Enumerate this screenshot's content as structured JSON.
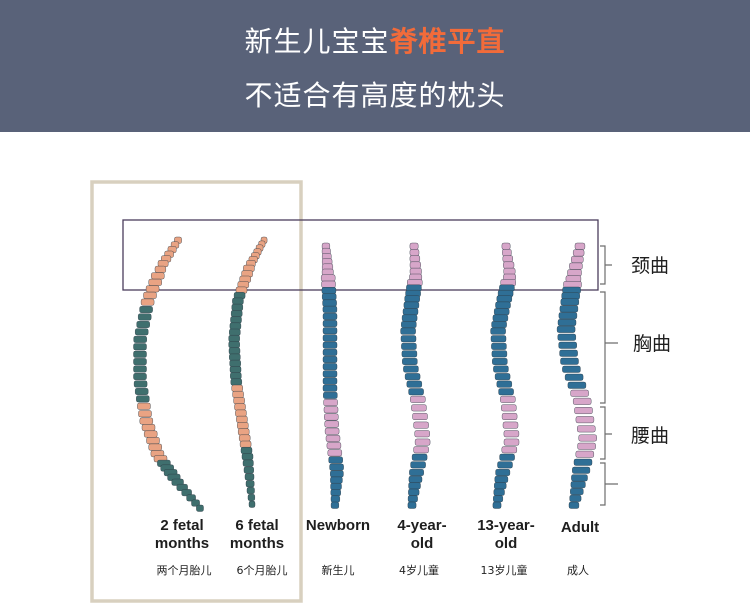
{
  "header": {
    "line1_prefix": "新生儿宝宝",
    "line1_highlight": "脊椎平直",
    "line2": "不适合有高度的枕头"
  },
  "stages": [
    {
      "en_line1": "2 fetal",
      "en_line2": "months",
      "cn": "两个月胎儿"
    },
    {
      "en_line1": "6 fetal",
      "en_line2": "months",
      "cn": "6个月胎儿"
    },
    {
      "en_line1": "Newborn",
      "en_line2": "",
      "cn": "新生儿"
    },
    {
      "en_line1": "4-year-",
      "en_line2": "old",
      "cn": "4岁儿童"
    },
    {
      "en_line1": "13-year-",
      "en_line2": "old",
      "cn": "13岁儿童"
    },
    {
      "en_line1": "Adult",
      "en_line2": "",
      "cn": "成人"
    }
  ],
  "curves": {
    "cervical": "颈曲",
    "thoracic": "胸曲",
    "lumbar": "腰曲"
  },
  "colors": {
    "banner": "#596279",
    "highlight": "#f26b3a",
    "highlight_box": "#d8d0bf",
    "region_box": "#4a3d5c",
    "vertebra_orange": "#e9a383",
    "vertebra_teal": "#3f6f6e",
    "vertebra_blue": "#2f6f96",
    "vertebra_pink": "#d7a6c9"
  }
}
